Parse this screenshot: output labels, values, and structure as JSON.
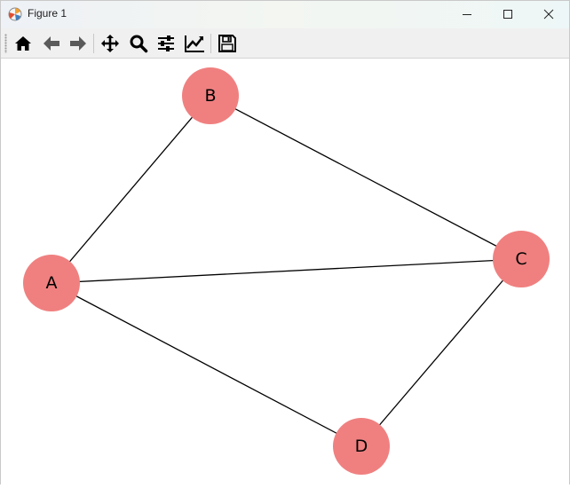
{
  "window": {
    "title": "Figure 1",
    "controls": [
      "minimize-icon",
      "maximize-icon",
      "close-icon"
    ]
  },
  "toolbar": {
    "tools": [
      {
        "name": "home-icon",
        "tooltip": "Reset original view"
      },
      {
        "name": "back-icon",
        "tooltip": "Back to previous view"
      },
      {
        "name": "forward-icon",
        "tooltip": "Forward to next view"
      },
      {
        "name": "pan-icon",
        "tooltip": "Pan axes"
      },
      {
        "name": "zoom-icon",
        "tooltip": "Zoom to rectangle"
      },
      {
        "name": "subplots-icon",
        "tooltip": "Configure subplots"
      },
      {
        "name": "edit-axis-icon",
        "tooltip": "Edit axis parameters"
      },
      {
        "name": "save-icon",
        "tooltip": "Save the figure"
      }
    ]
  },
  "graph": {
    "node_color": "#f08080",
    "edge_color": "#000000",
    "nodes": [
      "A",
      "B",
      "C",
      "D"
    ],
    "edges": [
      [
        "A",
        "B"
      ],
      [
        "A",
        "C"
      ],
      [
        "A",
        "D"
      ],
      [
        "B",
        "C"
      ],
      [
        "C",
        "D"
      ]
    ]
  }
}
